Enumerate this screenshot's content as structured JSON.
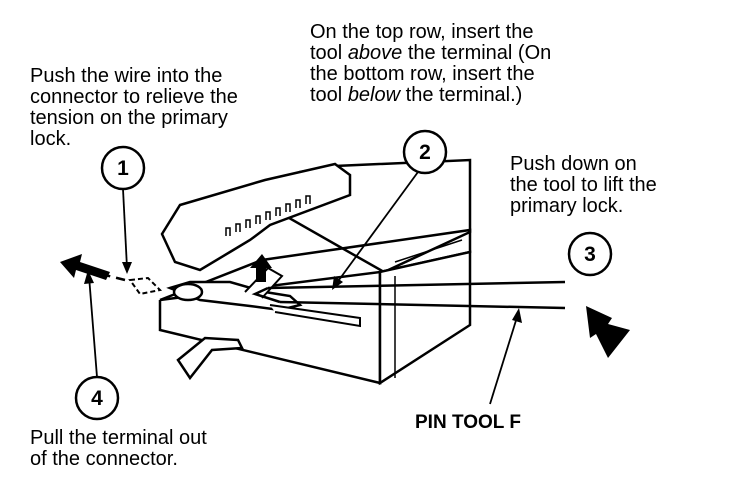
{
  "steps": [
    {
      "number": "1",
      "text": "Push the wire into the\nconnector to relieve the\ntension on the primary\nlock."
    },
    {
      "number": "2",
      "text_parts": [
        "On the top row, insert the\ntool ",
        "above",
        " the terminal (On\nthe bottom row, insert the\ntool ",
        "below",
        " the terminal.)"
      ]
    },
    {
      "number": "3",
      "text": "Push down on\nthe tool to lift the\nprimary lock."
    },
    {
      "number": "4",
      "text": "Pull the terminal out\nof the connector."
    }
  ],
  "tool_label": "PIN TOOL F"
}
